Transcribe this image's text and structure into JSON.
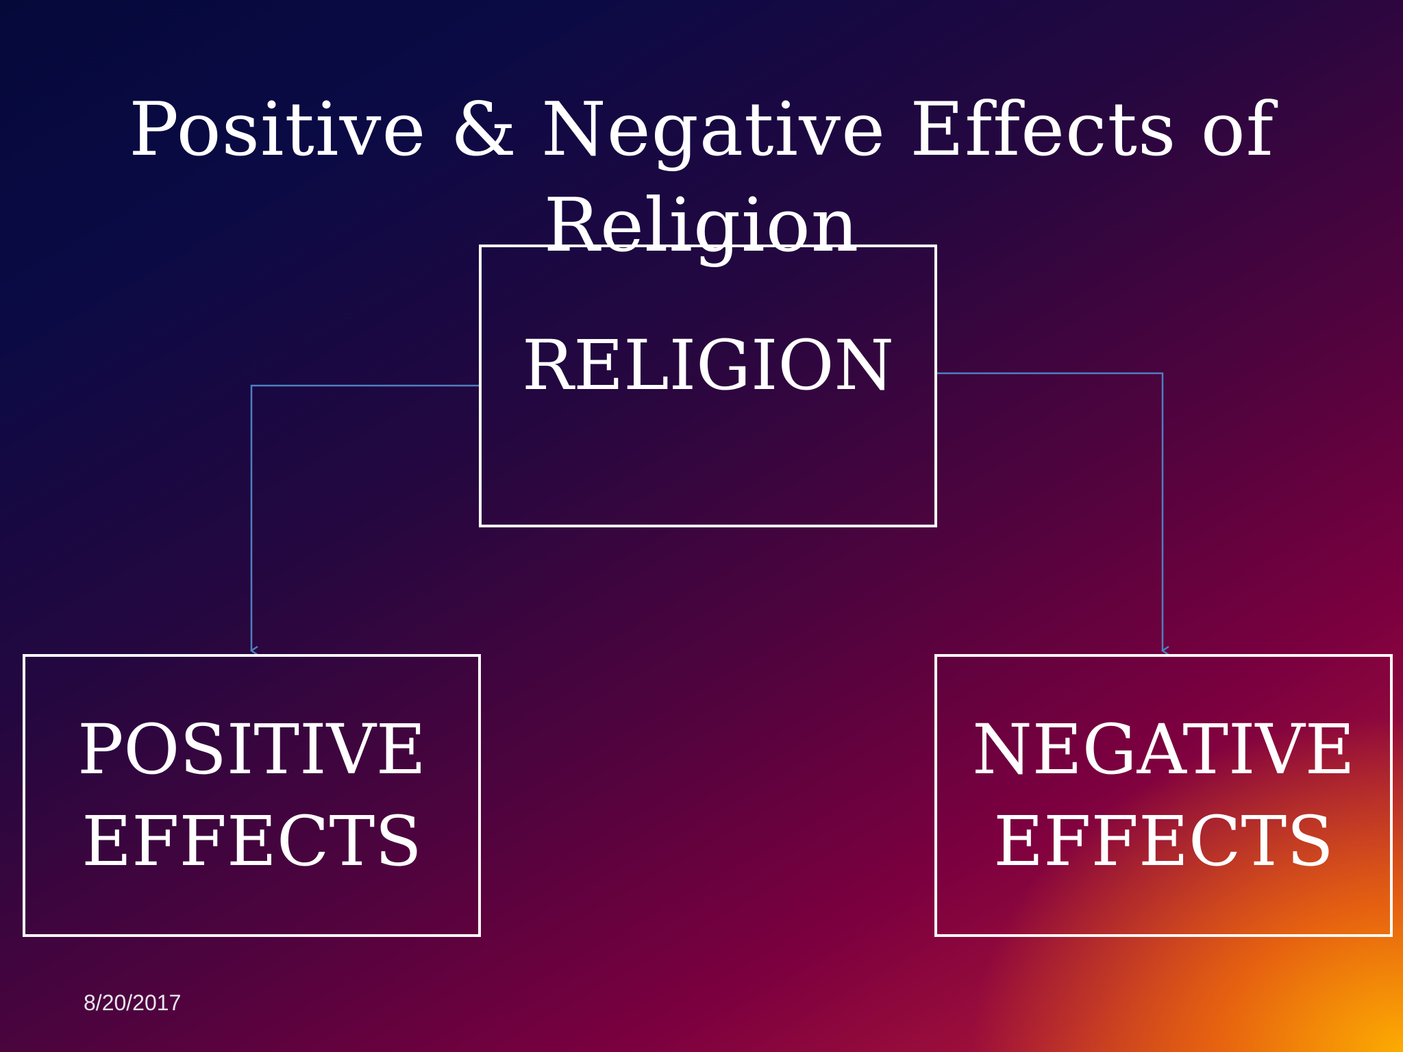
{
  "title": "Positive & Negative Effects of Religion",
  "nodes": {
    "root": {
      "label": "RELIGION"
    },
    "left": {
      "line1": "POSITIVE",
      "line2": "EFFECTS"
    },
    "right": {
      "line1": "NEGATIVE",
      "line2": "EFFECTS"
    }
  },
  "footer": {
    "date": "8/20/2017"
  },
  "colors": {
    "connector": "#4f7fc0",
    "box_border": "#ffffff",
    "text": "#ffffff"
  }
}
